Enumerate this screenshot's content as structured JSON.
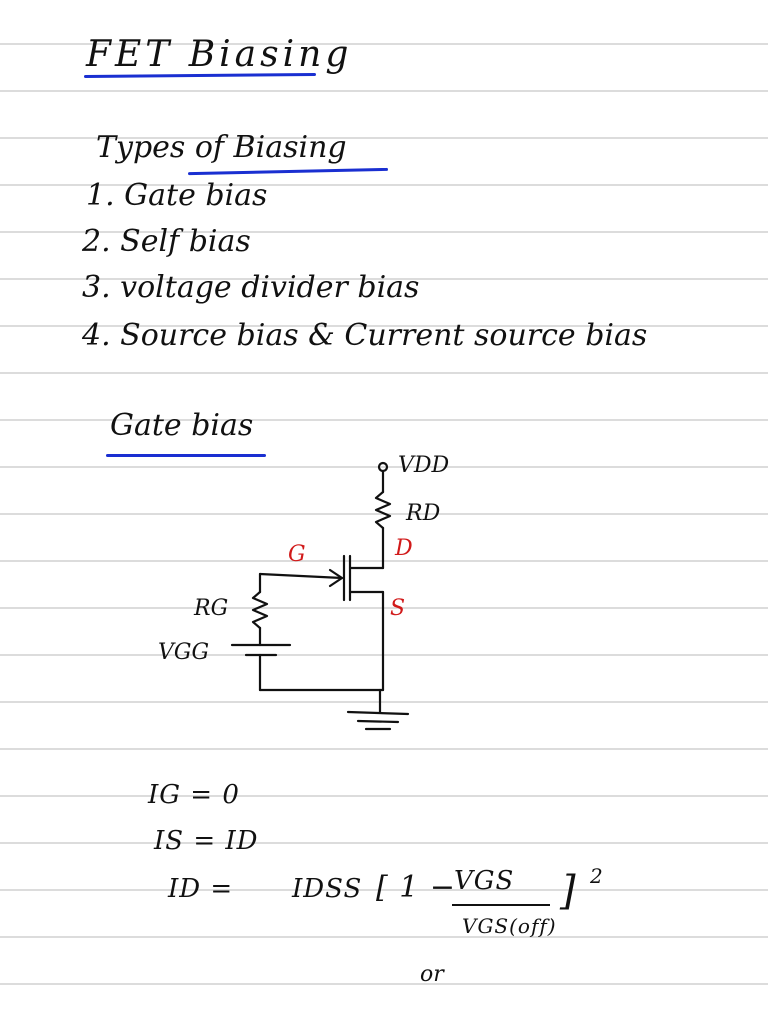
{
  "title": "FET Biasing",
  "types_heading": "Types of Biasing",
  "types_list": [
    "1. Gate bias",
    "2. Self bias",
    "3. voltage divider bias",
    "4. Source bias & Current source bias"
  ],
  "gate_bias_heading": "Gate bias",
  "circuit_labels": {
    "vdd": "VDD",
    "rd": "RD",
    "d": "D",
    "g": "G",
    "s": "S",
    "rg": "RG",
    "vgg": "VGG"
  },
  "equations": {
    "ig": "IG = 0",
    "is": "IS = ID",
    "id_lhs": "ID =",
    "idss": "IDSS",
    "one_minus": "[ 1 −",
    "vgs": "VGS",
    "vgs_off": "VGS(off)",
    "bracket_close": "]",
    "power": "2"
  },
  "or": "or",
  "colors": {
    "ink": "#111111",
    "underline": "#1a2fd1",
    "red_label": "#d11a1a",
    "rule_line": "#dcdcdc"
  }
}
